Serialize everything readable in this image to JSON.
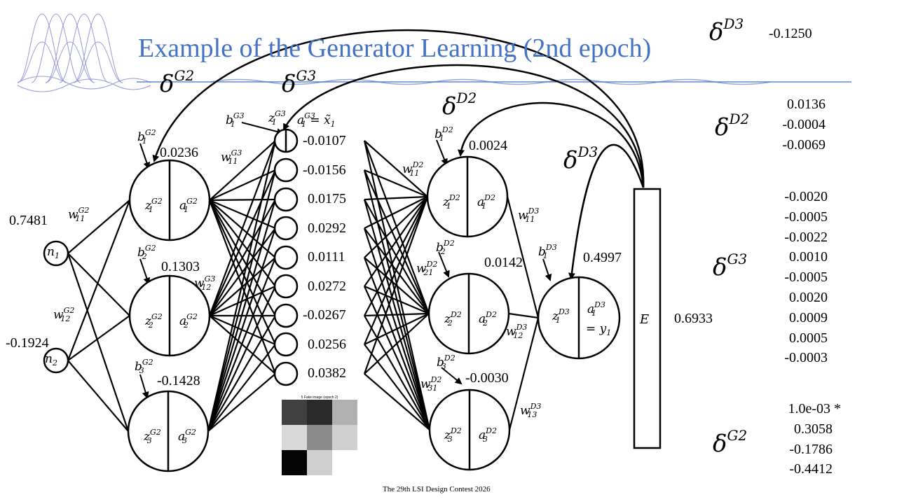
{
  "title": "Example of the Generator Learning (2nd epoch)",
  "footer": "The 29th LSI Design Contest 2026",
  "accent_color": "#4472c4",
  "deltas": {
    "G2_top": "δ",
    "G3_top": "δ",
    "D2_top": "δ",
    "D3_top": "δ",
    "D3_mid": "δ",
    "D3_right": "δ",
    "D2_right": "δ",
    "G3_right": "δ",
    "G2_right": "δ"
  },
  "delta_sup": {
    "G2": "G2",
    "G3": "G3",
    "D2": "D2",
    "D3": "D3"
  },
  "inputs": {
    "n1_value": "0.7481",
    "n2_value": "-0.1924"
  },
  "gen_hidden_values": [
    "0.0236",
    "0.1303",
    "-0.1428"
  ],
  "gen_output_values": [
    "-0.0107",
    "-0.0156",
    "0.0175",
    "0.0292",
    "0.0111",
    "0.0272",
    "-0.0267",
    "0.0256",
    "0.0382"
  ],
  "disc_hidden_values": [
    "0.0024",
    "0.0142",
    "-0.0030"
  ],
  "disc_output_value": "0.4997",
  "error_label": "E",
  "error_value": "0.6933",
  "right_panel": {
    "dD3_value": "-0.1250",
    "dD2_values": [
      "0.0136",
      "-0.0004",
      "-0.0069"
    ],
    "dG3_values": [
      "-0.0020",
      "-0.0005",
      "-0.0022",
      "0.0010",
      "-0.0005",
      "0.0020",
      "0.0009",
      "0.0005",
      "-0.0003"
    ],
    "dG2_values": [
      "1.0e-03 *",
      "0.3058",
      "-0.1786",
      "-0.4412"
    ]
  },
  "fake_image_caption": "5 Fake image (epoch 2)",
  "fake_image_pixels": [
    "#404040",
    "#2a2a2a",
    "#b0b0b0",
    "#d8d8d8",
    "#8c8c8c",
    "#d0d0d0",
    "#050505",
    "#cfcfcf",
    "#ffffff"
  ]
}
